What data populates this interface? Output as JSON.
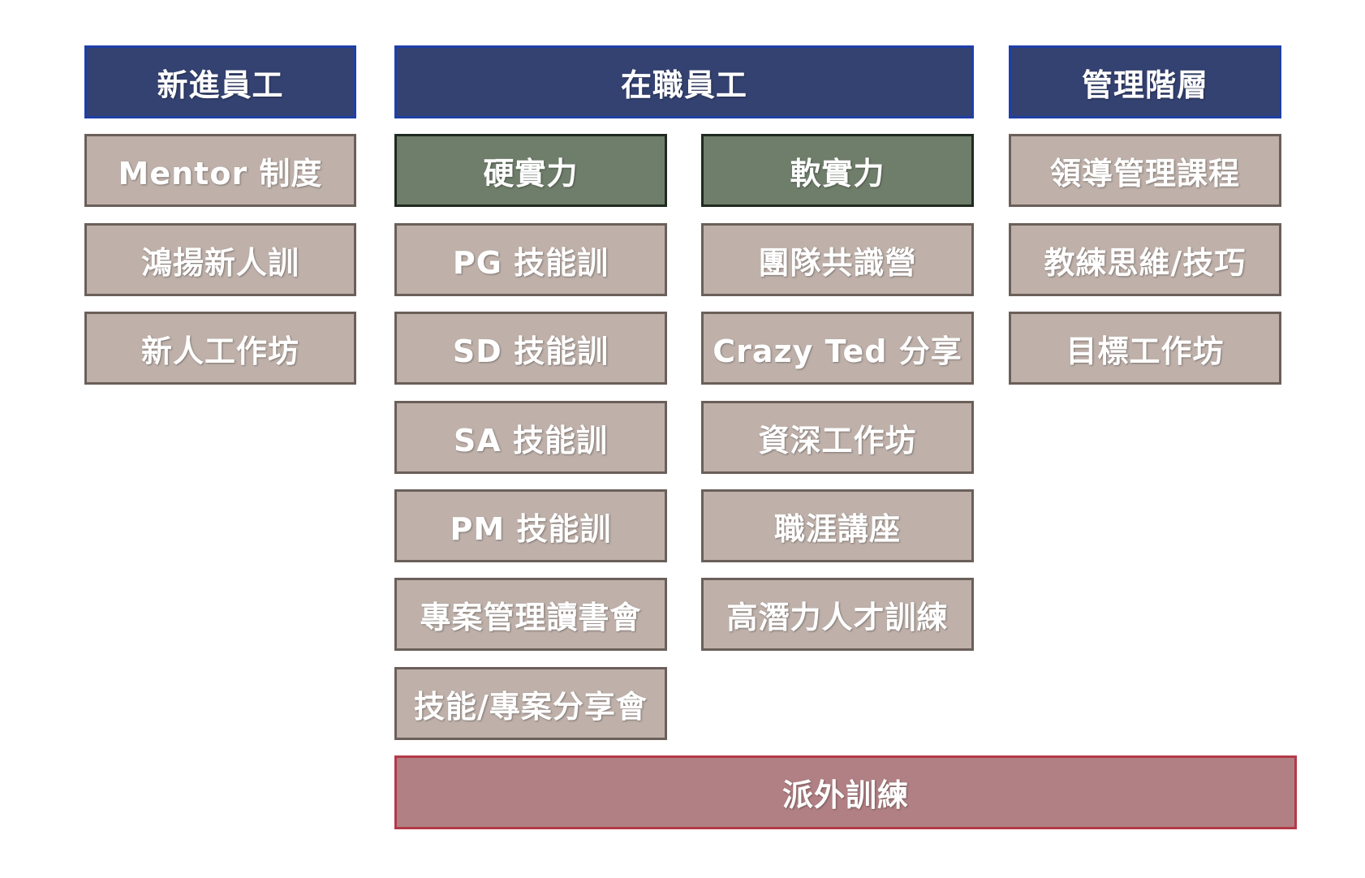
{
  "headers": {
    "new_employees": "新進員工",
    "current_employees": "在職員工",
    "management": "管理階層"
  },
  "new_employees": {
    "items": [
      "Mentor 制度",
      "鴻揚新人訓",
      "新人工作坊"
    ]
  },
  "current_employees": {
    "hard_skills": {
      "label": "硬實力",
      "items": [
        "PG 技能訓",
        "SD 技能訓",
        "SA 技能訓",
        "PM 技能訓",
        "專案管理讀書會",
        "技能/專案分享會"
      ]
    },
    "soft_skills": {
      "label": "軟實力",
      "items": [
        "團隊共識營",
        "Crazy Ted 分享",
        "資深工作坊",
        "職涯講座",
        "高潛力人才訓練"
      ]
    }
  },
  "management": {
    "items": [
      "領導管理課程",
      "教練思維/技巧",
      "目標工作坊"
    ]
  },
  "external_training": "派外訓練",
  "colors": {
    "header_fill": "#344272",
    "header_border": "#1f3fa8",
    "category_fill": "#6f7e6a",
    "item_fill": "#bfb1aa",
    "external_fill": "#b18084",
    "external_border": "#b43a48"
  }
}
